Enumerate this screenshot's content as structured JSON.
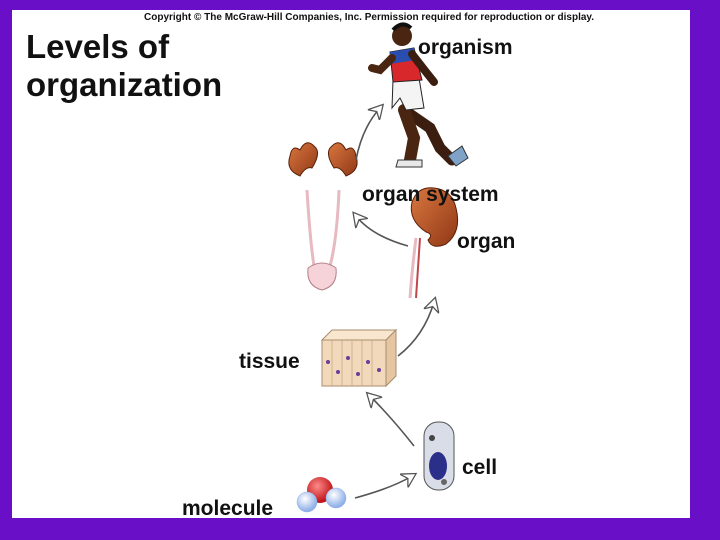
{
  "slide": {
    "copyright": "Copyright © The McGraw-Hill Companies, Inc. Permission required for reproduction or display.",
    "title_line1": "Levels of",
    "title_line2": "organization"
  },
  "levels": {
    "organism": "organism",
    "organ_system": "organ system",
    "organ": "organ",
    "tissue": "tissue",
    "cell": "cell",
    "molecule": "molecule"
  },
  "colors": {
    "border": "#6a0fc8",
    "kidney": "#b5542a",
    "tissue": "#f2d9bb",
    "runner_shirt": "#d8282c"
  }
}
